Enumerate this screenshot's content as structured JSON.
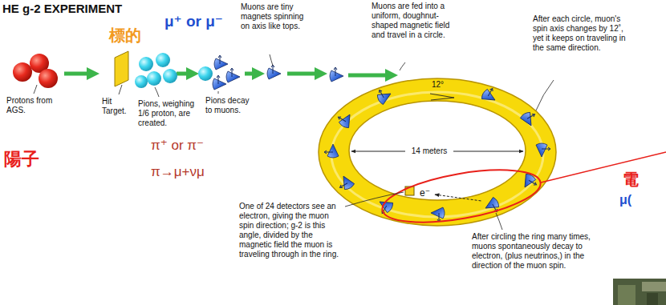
{
  "diagram": {
    "title": "HE g-2 EXPERIMENT",
    "labels": [
      "標的",
      "μ⁺ or μ⁻",
      "Muons are tiny magnets spinning on axis like tops.",
      "Muons are fed into a uniform, doughnut-shaped magnetic field and travel in a circle.",
      "After each circle, muon's spin axis changes by 12˚, yet it keeps on traveling in the same direction.",
      "Protons from AGS.",
      "Hit Target.",
      "Pions, weighing 1/6 proton, are created.",
      "Pions decay to muons.",
      "陽子",
      "π⁺ or π⁻",
      "π→μ+νμ",
      "12°",
      "14 meters",
      "e⁻",
      "One of 24 detectors see an electron, giving the muon spin direction; g-2 is this angle, divided by the magnetic field the muon is traveling through in the ring.",
      "After circling the ring many times, muons spontaneously decay to electron, (plus neutrinos,) in the direction of the muon spin.",
      "電",
      "μ("
    ]
  }
}
